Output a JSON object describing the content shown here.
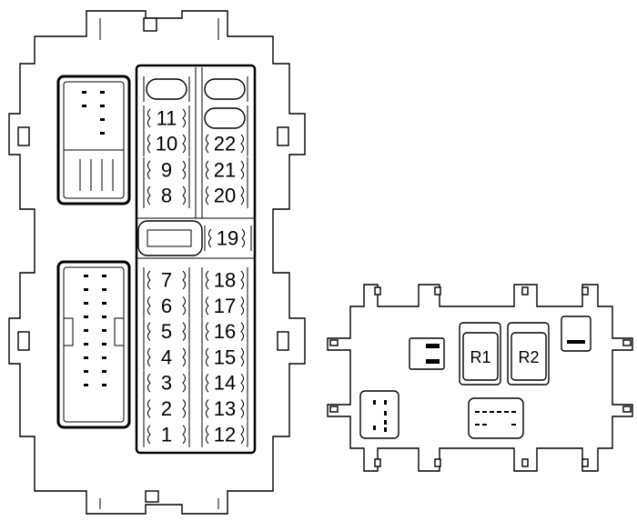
{
  "diagram": {
    "left_box": {
      "fuse_column_left": [
        {
          "label": "",
          "row": 0
        },
        {
          "label": "11",
          "row": 1
        },
        {
          "label": "10",
          "row": 2
        },
        {
          "label": "9",
          "row": 3
        },
        {
          "label": "8",
          "row": 4
        },
        {
          "label": "7",
          "row": 6
        },
        {
          "label": "6",
          "row": 7
        },
        {
          "label": "5",
          "row": 8
        },
        {
          "label": "4",
          "row": 9
        },
        {
          "label": "3",
          "row": 10
        },
        {
          "label": "2",
          "row": 11
        },
        {
          "label": "1",
          "row": 12
        }
      ],
      "fuse_column_right": [
        {
          "label": "",
          "row": 0
        },
        {
          "label": "",
          "row": 1
        },
        {
          "label": "22",
          "row": 2
        },
        {
          "label": "21",
          "row": 3
        },
        {
          "label": "20",
          "row": 4
        },
        {
          "label": "18",
          "row": 6
        },
        {
          "label": "17",
          "row": 7
        },
        {
          "label": "16",
          "row": 8
        },
        {
          "label": "15",
          "row": 9
        },
        {
          "label": "14",
          "row": 10
        },
        {
          "label": "13",
          "row": 11
        },
        {
          "label": "12",
          "row": 12
        }
      ],
      "middle_fuse": {
        "label": "19"
      }
    },
    "right_box": {
      "relays": [
        {
          "label": "R1"
        },
        {
          "label": "R2"
        }
      ]
    }
  }
}
